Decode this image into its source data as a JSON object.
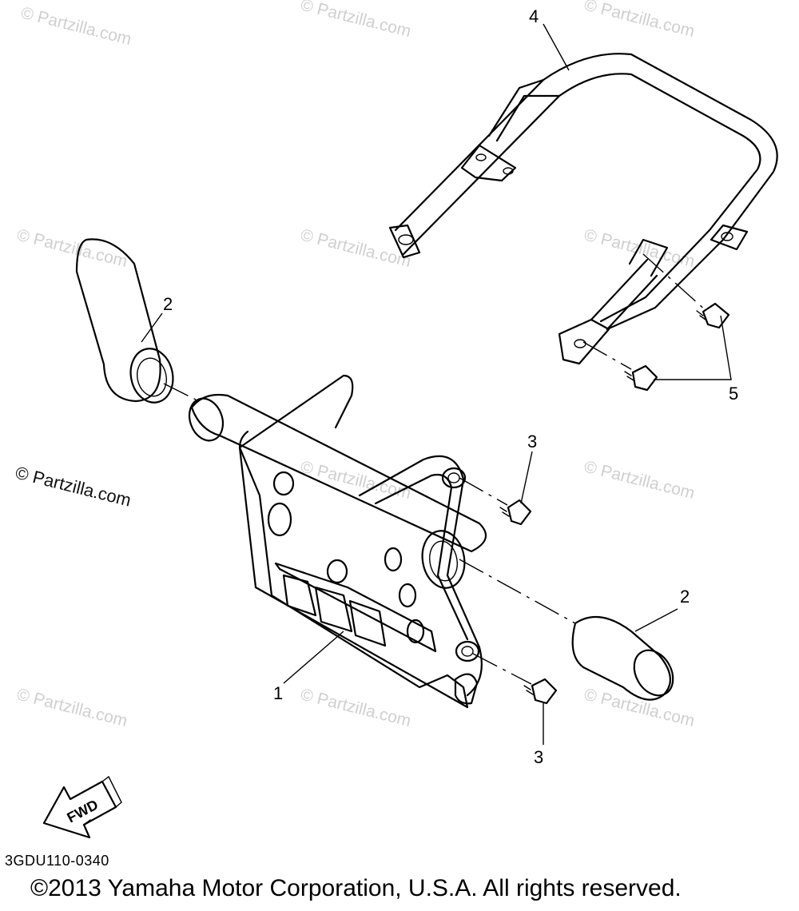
{
  "diagram": {
    "code": "3GDU110-0340",
    "copyright": "©2013 Yamaha Motor Corporation, U.S.A. All rights reserved.",
    "watermark": "© Partzilla.com",
    "watermark_prominent": "© Partzilla.com",
    "fwd_label": "FWD"
  },
  "callouts": {
    "part_1": "1",
    "part_2_left": "2",
    "part_2_right": "2",
    "part_3_top": "3",
    "part_3_bottom": "3",
    "part_4": "4",
    "part_5": "5"
  }
}
